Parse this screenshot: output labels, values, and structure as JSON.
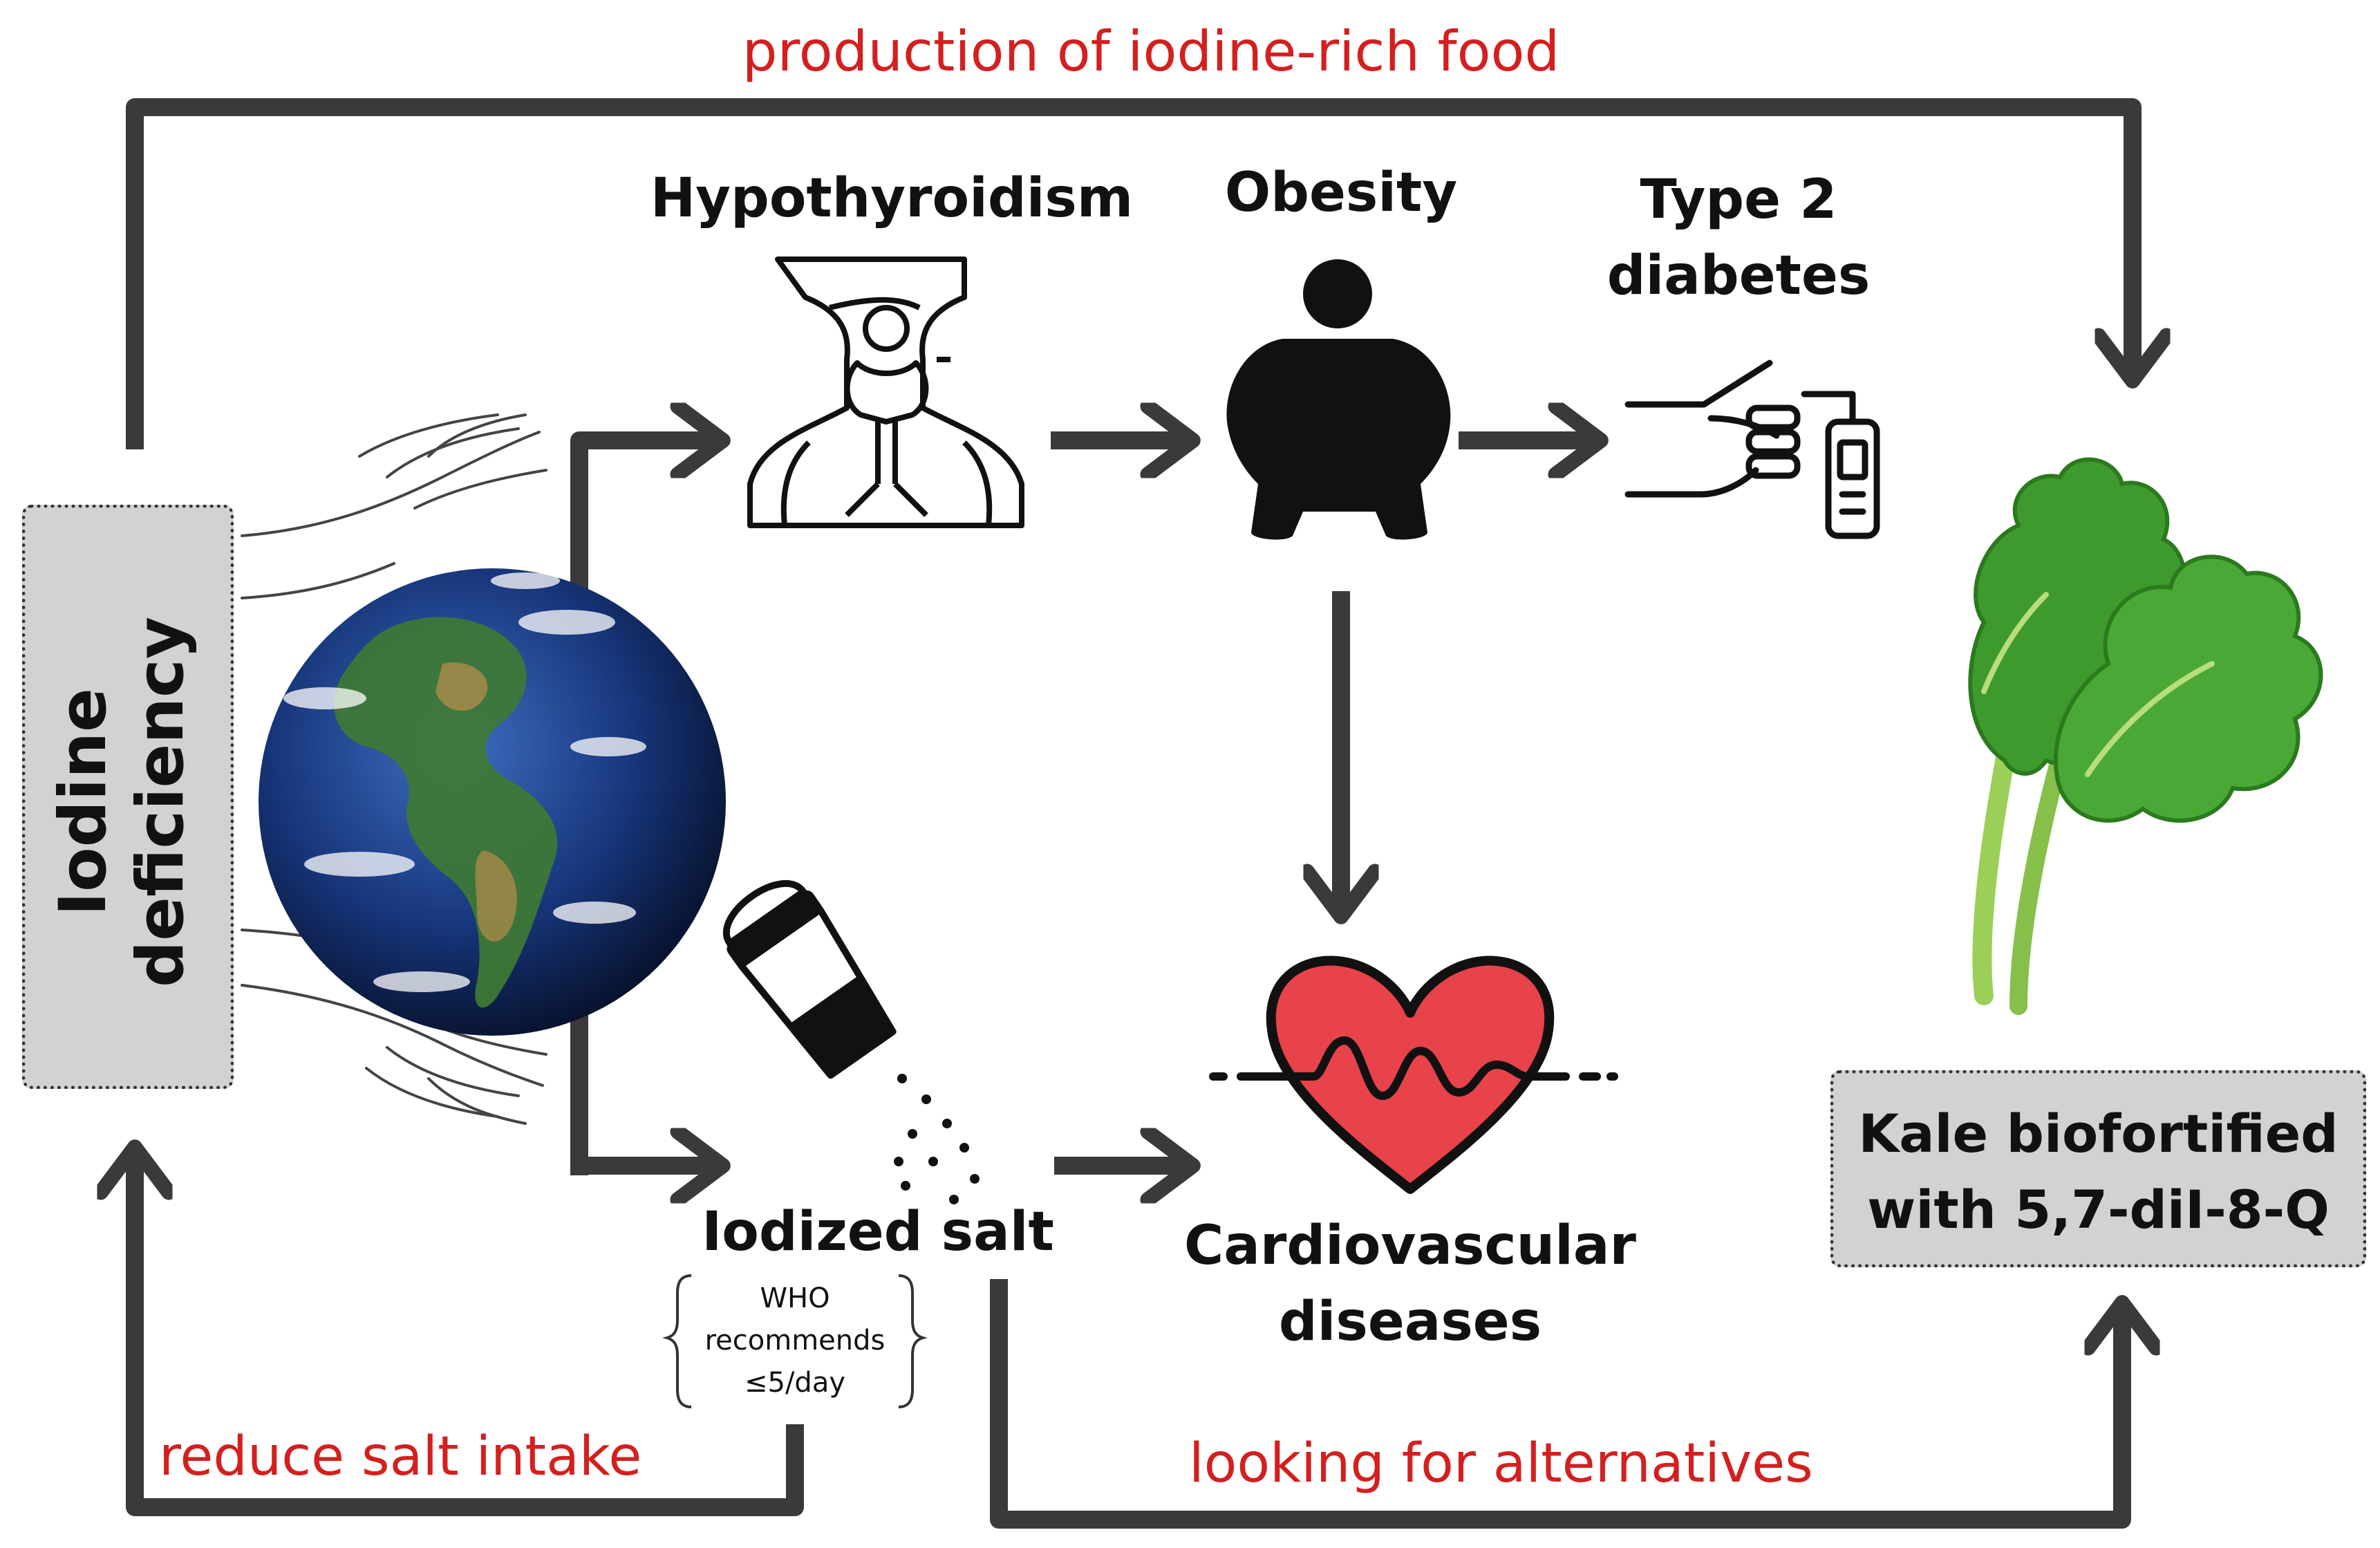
{
  "labels": {
    "top_arrow": "production of iodine-rich food",
    "hypothyroidism": "Hypothyroidism",
    "obesity": "Obesity",
    "type2_line1": "Type 2",
    "type2_line2": "diabetes",
    "iodine_line1": "Iodine",
    "iodine_line2": "deficiency",
    "iodized_salt": "Iodized salt",
    "who_line1": "WHO",
    "who_line2": "recommends",
    "who_line3": "≤5/day",
    "cardio_line1": "Cardiovascular",
    "cardio_line2": "diseases",
    "kale_line1": "Kale biofortified",
    "kale_line2": "with 5,7-diI-8-Q",
    "reduce_salt": "reduce salt intake",
    "alternatives": "looking for alternatives"
  },
  "icons": {
    "globe": "earth-globe-icon",
    "hands": "hands-icon",
    "thyroid": "thyroid-body-icon",
    "obesity": "obese-person-icon",
    "glucose": "glucose-meter-icon",
    "salt": "salt-shaker-icon",
    "heart": "heart-pulse-icon",
    "kale": "kale-leaf-icon"
  },
  "colors": {
    "arrow": "#3a3a3a",
    "accent_red": "#d3201f",
    "box_fill": "#d2d2d2",
    "heart": "#e8424a",
    "kale": "#3f9a2e"
  }
}
